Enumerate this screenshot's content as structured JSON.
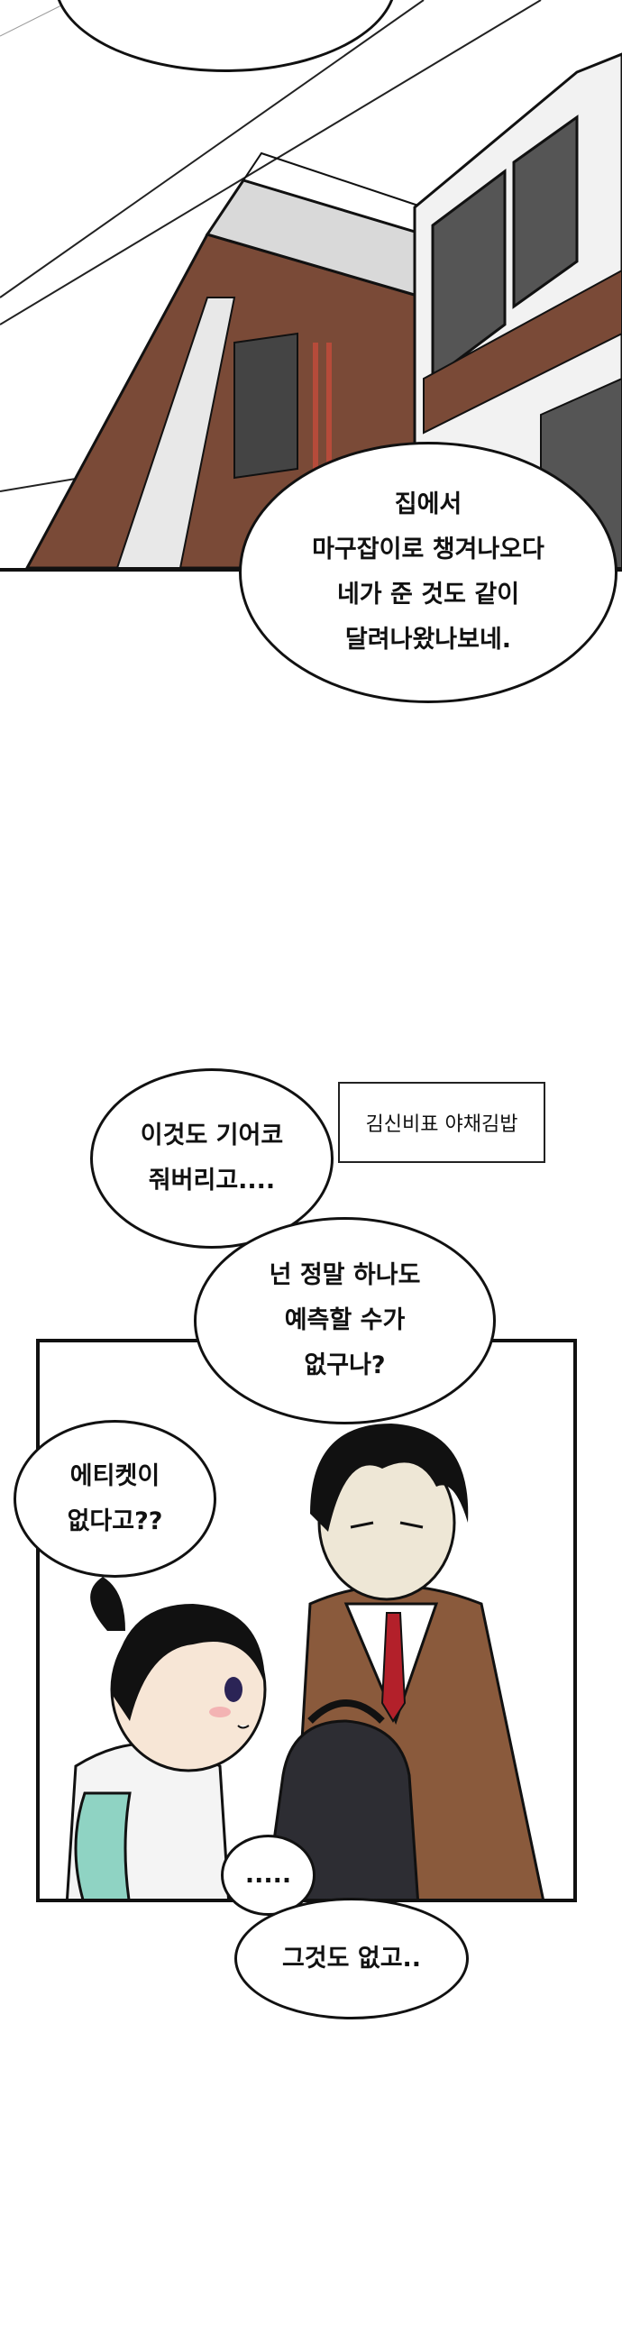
{
  "panel1": {
    "bubble_top": "",
    "bubble_main": "집에서\n마구잡이로 챙겨나오다\n네가 준 것도 같이\n달려나왔나보네."
  },
  "panel2": {
    "caption": "김신비표 야채김밥",
    "bubble_a": "이것도 기어코\n줘버리고....",
    "bubble_b": "넌 정말 하나도\n예측할 수가\n없구나?",
    "bubble_c": "에티켓이\n없다고??",
    "bubble_d": ".....",
    "bubble_e": "그것도 없고.."
  },
  "colors": {
    "ink": "#111111",
    "brick": "#7a4a37",
    "sky": "#ffffff",
    "jacket": "#8a5a3c",
    "tie": "#b3202a",
    "backpack": "#8fd3c3"
  }
}
